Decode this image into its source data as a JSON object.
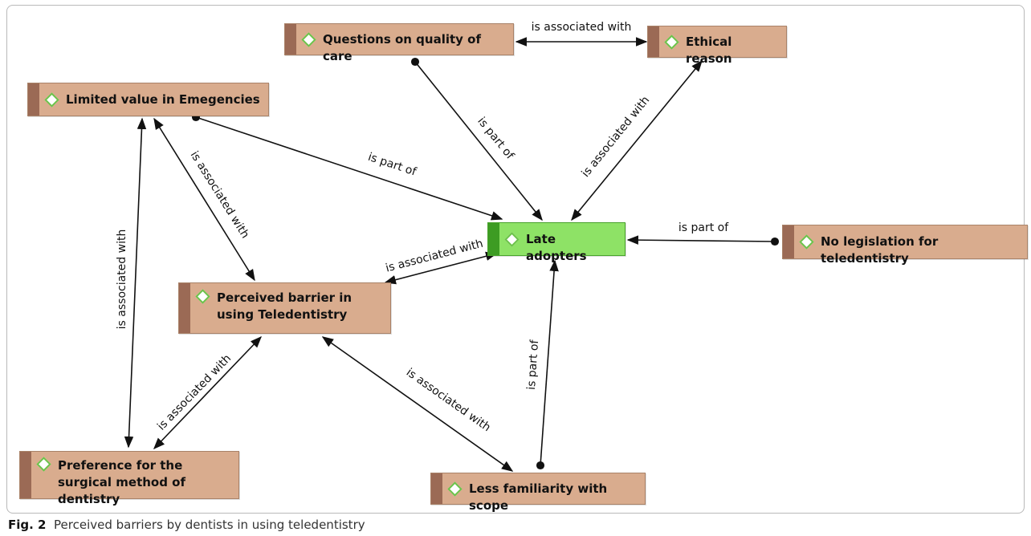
{
  "nodes": {
    "questions_quality": "Questions on quality of care",
    "ethical_reason": "Ethical reason",
    "limited_value": "Limited value in Emegencies",
    "late_adopters": "Late adopters",
    "no_legislation": "No legislation for teledentistry",
    "perceived_barrier": "Perceived barrier in using Teledentistry",
    "preference_surgical": "Preference for the surgical method of dentistry",
    "less_familiarity": "Less familiarity with scope"
  },
  "edges": [
    {
      "from": "Questions on quality of care",
      "to": "Ethical reason",
      "label": "is associated with"
    },
    {
      "from": "Questions on quality of care",
      "to": "Late adopters",
      "label": "is part of"
    },
    {
      "from": "Ethical reason",
      "to": "Late adopters",
      "label": "is associated with"
    },
    {
      "from": "Limited value in Emegencies",
      "to": "Late adopters",
      "label": "is part of"
    },
    {
      "from": "Limited value in Emegencies",
      "to": "Perceived barrier in using Teledentistry",
      "label": "is associated with"
    },
    {
      "from": "Limited value in Emegencies",
      "to": "Preference for the surgical method of dentistry",
      "label": "is associated with"
    },
    {
      "from": "Perceived barrier in using Teledentistry",
      "to": "Late adopters",
      "label": "is associated with"
    },
    {
      "from": "No legislation for teledentistry",
      "to": "Late adopters",
      "label": "is part of"
    },
    {
      "from": "Preference for the surgical method of dentistry",
      "to": "Perceived barrier in using Teledentistry",
      "label": "is associated with"
    },
    {
      "from": "Perceived barrier in using Teledentistry",
      "to": "Less familiarity with scope",
      "label": "is associated with"
    },
    {
      "from": "Less familiarity with scope",
      "to": "Late adopters",
      "label": "is part of"
    }
  ],
  "caption": {
    "fig": "Fig. 2",
    "text": "Perceived barriers by dentists in using teledentistry"
  },
  "colors": {
    "node_fill": "#d9ac8e",
    "node_stripe": "#9b6a55",
    "highlight_fill": "#8ee266",
    "highlight_stripe": "#3d9c23",
    "diamond_border": "#6cc24a"
  }
}
